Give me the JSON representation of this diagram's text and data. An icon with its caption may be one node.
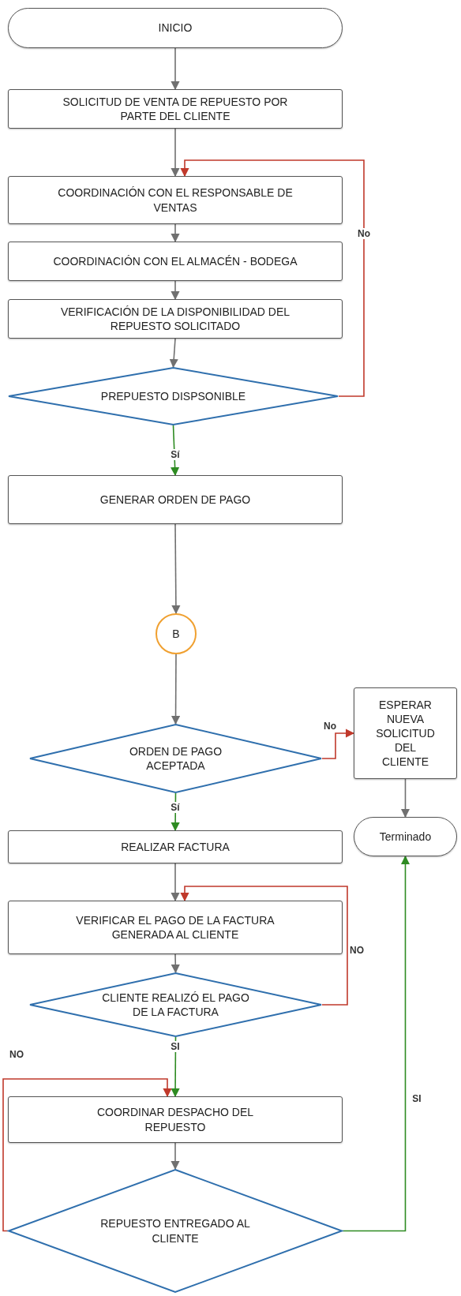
{
  "diagram": {
    "nodes": [
      {
        "text": [
          "INICIO"
        ]
      },
      {
        "text": [
          "SOLICITUD DE VENTA DE REPUESTO POR PARTE DEL CLIENTE"
        ]
      },
      {
        "text": [
          "COORDINACIÓN CON EL RESPONSABLE DE VENTAS"
        ]
      },
      {
        "text": [
          "COORDINACIÓN CON EL ALMACÉN - BODEGA"
        ]
      },
      {
        "text": [
          "VERIFICACIÓN DE LA DISPONIBILIDAD DEL REPUESTO SOLICITADO"
        ]
      },
      {
        "text": [
          "PREPUESTO DISPSONIBLE"
        ]
      },
      {
        "text": [
          "GENERAR ORDEN DE PAGO"
        ]
      },
      {
        "text": [
          "B"
        ]
      },
      {
        "text": [
          "ORDEN DE PAGO ACEPTADA"
        ]
      },
      {
        "text": [
          "ESPERAR NUEVA SOLICITUD DEL CLIENTE"
        ]
      },
      {
        "text": [
          "Terminado"
        ]
      },
      {
        "text": [
          "REALIZAR FACTURA"
        ]
      },
      {
        "text": [
          "VERIFICAR EL PAGO DE LA FACTURA GENERADA AL CLIENTE"
        ]
      },
      {
        "text": [
          "CLIENTE REALIZÓ EL PAGO DE LA FACTURA"
        ]
      },
      {
        "text": [
          "COORDINAR DESPACHO DEL REPUESTO"
        ]
      },
      {
        "text": [
          "REPUESTO ENTREGADO AL CLIENTE"
        ]
      }
    ],
    "edges": [
      {
        "from": 0,
        "to": 1,
        "arrow": "to"
      },
      {
        "from": 1,
        "to": 2,
        "arrow": "to"
      },
      {
        "from": 2,
        "to": 3,
        "arrow": "to"
      },
      {
        "from": 3,
        "to": 4,
        "arrow": "to"
      },
      {
        "from": 4,
        "to": 5,
        "arrow": "to"
      },
      {
        "from": 5,
        "to": 2,
        "arrow": "to",
        "label": "No",
        "color": "#c0392b"
      },
      {
        "from": 5,
        "to": 6,
        "arrow": "to",
        "label": "Sí",
        "color": "#2e8b22"
      },
      {
        "from": 6,
        "to": 7,
        "arrow": "to"
      },
      {
        "from": 7,
        "to": 8,
        "arrow": "to"
      },
      {
        "from": 8,
        "to": 9,
        "arrow": "to",
        "label": "No",
        "color": "#c0392b"
      },
      {
        "from": 9,
        "to": 10,
        "arrow": "to"
      },
      {
        "from": 8,
        "to": 11,
        "arrow": "to",
        "label": "Sí",
        "color": "#2e8b22"
      },
      {
        "from": 11,
        "to": 12,
        "arrow": "to"
      },
      {
        "from": 12,
        "to": 13,
        "arrow": "to"
      },
      {
        "from": 13,
        "to": 12,
        "arrow": "to",
        "label": "NO",
        "color": "#c0392b"
      },
      {
        "from": 13,
        "to": 14,
        "arrow": "to",
        "label": "SI",
        "color": "#2e8b22"
      },
      {
        "from": 14,
        "to": 15,
        "arrow": "to"
      },
      {
        "from": 15,
        "to": 14,
        "arrow": "to",
        "label": "NO",
        "color": "#c0392b"
      },
      {
        "from": 15,
        "to": 10,
        "arrow": "to",
        "label": "SI",
        "color": "#2e8b22"
      }
    ]
  }
}
